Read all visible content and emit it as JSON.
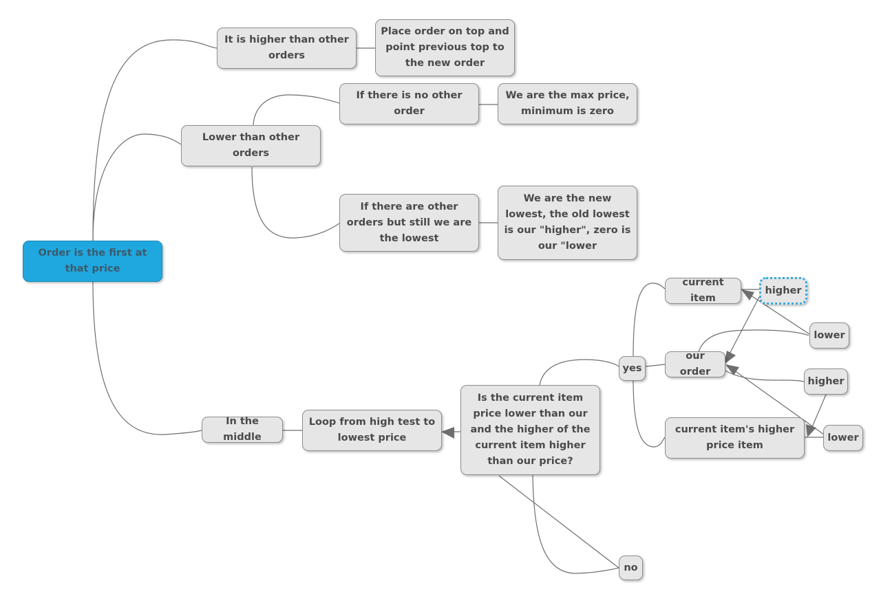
{
  "mindmap": {
    "colors": {
      "root_fill": "#1fa8e0",
      "node_fill": "#e6e6e6",
      "line": "#6e6e6e",
      "selection": "#35a9dc"
    },
    "nodes": {
      "root": "Order is the first at that price",
      "higher_than_others": "It is higher than other orders",
      "place_on_top": "Place order on top and point previous top to the new order",
      "lower_than_others": "Lower than other orders",
      "no_other_order": "If there is no other order",
      "max_price": "We are the max price, minimum is zero",
      "other_orders_lowest": "If there are other orders but still we are the lowest",
      "new_lowest": "We are the new lowest, the old lowest is our \"higher\", zero is our \"lower",
      "in_the_middle": "In the middle",
      "loop": "Loop  from high test to lowest price",
      "question": "Is the current item price lower than our and the higher of the current item higher than our price?",
      "yes": "yes",
      "no": "no",
      "current_item": "current item",
      "our_order": "our order",
      "current_higher_item": "current item's higher price item",
      "higher_1": "higher",
      "lower_1": "lower",
      "higher_2": "higher",
      "lower_2": "lower"
    }
  }
}
